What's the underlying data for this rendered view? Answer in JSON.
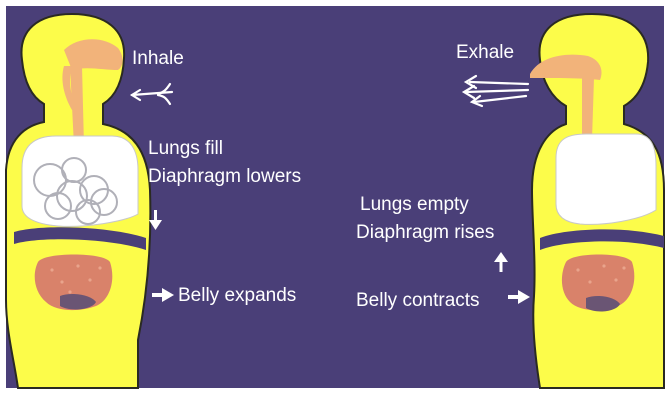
{
  "labels": {
    "left": {
      "inhale": "Inhale",
      "lungs_fill": "Lungs fill",
      "diaphragm_lowers": "Diaphragm lowers",
      "belly_expands": "Belly expands"
    },
    "right": {
      "exhale": "Exhale",
      "lungs_empty": "Lungs empty",
      "diaphragm_rises": "Diaphragm rises",
      "belly_contracts": "Belly contracts"
    }
  },
  "colors": {
    "background": "#4a3f78",
    "body": "#fcfc4a",
    "body_outline": "#2a2a22",
    "airway": "#f2b37a",
    "lungs": "#ffffff",
    "organs": "#d9826a",
    "organ_dark": "#6a5574",
    "text": "#ffffff"
  },
  "icons": {
    "inhale_arrow": "air-in-arrow-icon",
    "exhale_arrow": "air-out-arrow-icon",
    "down_arrow": "arrow-down-icon",
    "up_arrow": "arrow-up-icon",
    "right_arrow": "arrow-right-icon"
  }
}
